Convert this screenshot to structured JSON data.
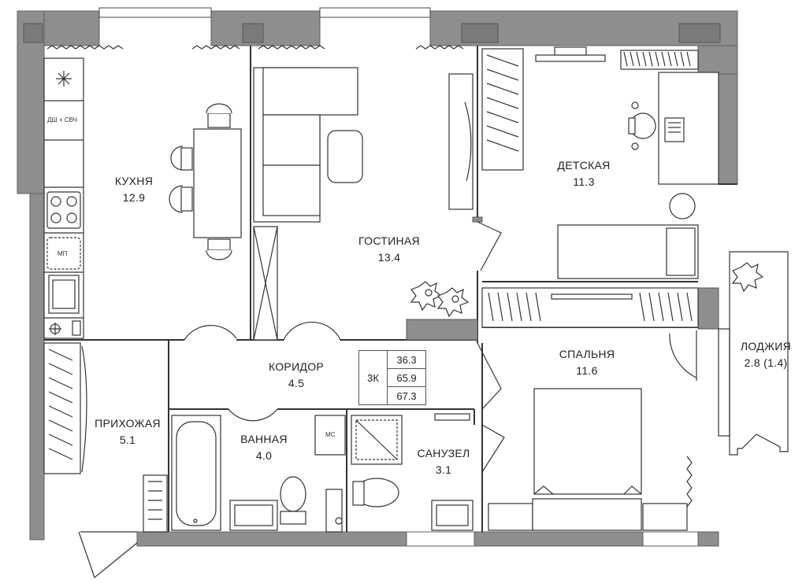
{
  "rooms": {
    "kitchen": {
      "name": "КУХНЯ",
      "area": "12.9"
    },
    "living": {
      "name": "ГОСТИНАЯ",
      "area": "13.4"
    },
    "kids": {
      "name": "ДЕТСКАЯ",
      "area": "11.3"
    },
    "corridor": {
      "name": "КОРИДОР",
      "area": "4.5"
    },
    "hallway": {
      "name": "ПРИХОЖАЯ",
      "area": "5.1"
    },
    "bath": {
      "name": "ВАННАЯ",
      "area": "4.0"
    },
    "wc": {
      "name": "САНУЗЕЛ",
      "area": "3.1"
    },
    "bedroom": {
      "name": "СПАЛЬНЯ",
      "area": "11.6"
    },
    "loggia": {
      "name": "ЛОДЖИЯ",
      "area": "2.8 (1.4)"
    }
  },
  "area_table": {
    "type": "3К",
    "values": [
      "36.3",
      "65.9",
      "67.3"
    ]
  },
  "appliances": {
    "dishwasher_microwave": "ДШ + СВЧ",
    "dishwasher": "МП",
    "washing_machine": "МС"
  },
  "colors": {
    "wall": "#8a8a8a",
    "wall_edge": "#6f6f6f",
    "line": "#333333"
  }
}
